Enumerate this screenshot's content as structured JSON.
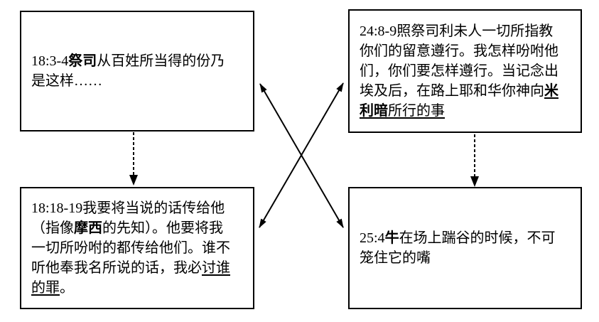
{
  "colors": {
    "ink": "#000000",
    "paper": "#ffffff"
  },
  "boxes": [
    {
      "id": "top-left",
      "segments": [
        {
          "t": "18:3-4"
        },
        {
          "t": "祭司",
          "b": true
        },
        {
          "t": "从百姓所当得的份乃\n是这样……"
        }
      ]
    },
    {
      "id": "top-right",
      "segments": [
        {
          "t": "24:8-9照祭司利未人一切所指教\n你们的留意遵行。我怎样吩咐他\n们，你们要怎样遵行。当记念出\n埃及后，在路上耶和华你神向"
        },
        {
          "t": "米\n利暗",
          "b": true,
          "u": true
        },
        {
          "t": "所行的事",
          "u": true
        }
      ]
    },
    {
      "id": "bottom-left",
      "segments": [
        {
          "t": "18:18-19我要将当说的话传给他\n（指像"
        },
        {
          "t": "摩西",
          "b": true
        },
        {
          "t": "的先知）。他要将我\n一切所吩咐的都传给他们。谁不\n听他奉我名所说的话，我必"
        },
        {
          "t": "讨谁\n的罪",
          "u": true
        },
        {
          "t": "。"
        }
      ]
    },
    {
      "id": "bottom-right",
      "segments": [
        {
          "t": "25:4"
        },
        {
          "t": "牛",
          "b": true
        },
        {
          "t": "在场上踹谷的时候，不可\n笼住它的嘴"
        }
      ]
    }
  ],
  "arrows": [
    {
      "id": "cross-arrow-1",
      "style": "solid",
      "bidirectional": true,
      "from": "top-left",
      "to": "bottom-right"
    },
    {
      "id": "cross-arrow-2",
      "style": "solid",
      "bidirectional": true,
      "from": "top-right",
      "to": "bottom-left"
    },
    {
      "id": "drop-arrow-left",
      "style": "dashed",
      "bidirectional": false,
      "from": "top-left",
      "to": "bottom-left"
    },
    {
      "id": "drop-arrow-right",
      "style": "dashed",
      "bidirectional": false,
      "from": "top-right",
      "to": "bottom-right"
    }
  ]
}
